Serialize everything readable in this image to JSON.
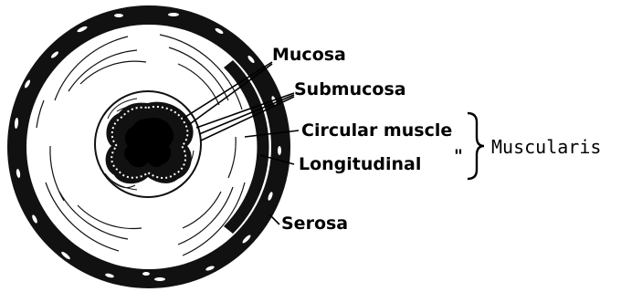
{
  "labels": {
    "mucosa": "Mucosa",
    "submucosa": "Submucosa",
    "circular_muscle": "Circular muscle",
    "ditto": "\"",
    "longitudinal": "Longitudinal",
    "serosa": "Serosa",
    "muscularis": "Muscularis"
  }
}
